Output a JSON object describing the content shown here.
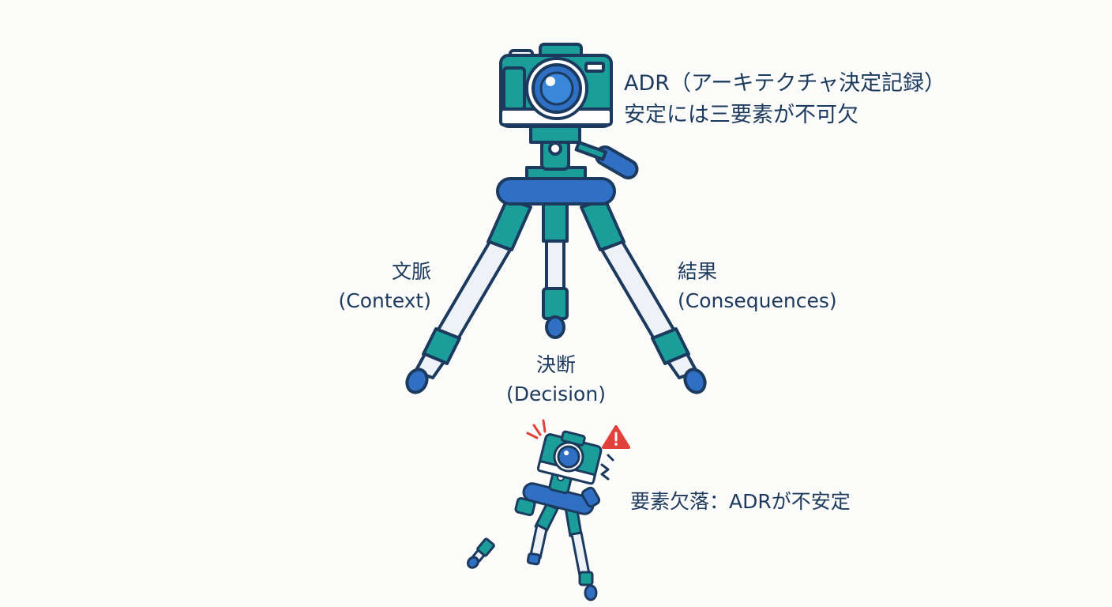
{
  "header": {
    "title_line1": "ADR（アーキテクチャ決定記録）",
    "title_line2": "安定には三要素が不可欠"
  },
  "legs": {
    "context": {
      "ja": "文脈",
      "en": "(Context)"
    },
    "decision": {
      "ja": "決断",
      "en": "(Decision)"
    },
    "consequences": {
      "ja": "結果",
      "en": "(Consequences)"
    }
  },
  "warning": {
    "text": "要素欠落：ADRが不安定"
  },
  "icons": [
    "camera-icon",
    "tripod-icon",
    "broken-tripod-icon",
    "warning-icon",
    "detached-leg-icon"
  ],
  "colors": {
    "outline": "#1c3a5e",
    "teal": "#1b9e9a",
    "blue": "#2f6fc4",
    "leg_silver": "#eef2f6",
    "warning_red": "#e0413a",
    "background": "#fbfbf9"
  }
}
